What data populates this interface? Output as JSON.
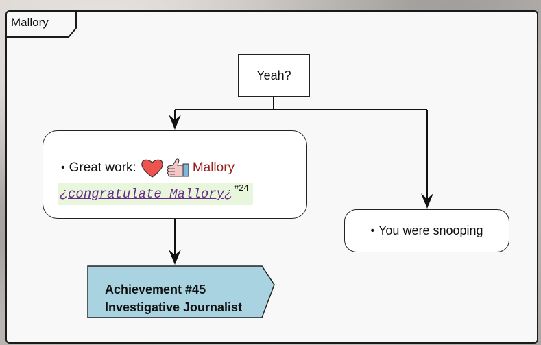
{
  "diagram": {
    "tab_label": "Mallory",
    "nodes": {
      "yeah": "Yeah?",
      "great_work": {
        "bullet": "•",
        "text": "Great work:",
        "name": "Mallory",
        "icons": [
          "heart-icon",
          "thumbs-up-icon"
        ],
        "action_open": "¿",
        "action_link": "congratulate Mallory",
        "action_close": "¿",
        "action_ref": "#24"
      },
      "snooping": {
        "bullet": "•",
        "text": "You were snooping"
      },
      "achievement": {
        "line1": "Achievement #45",
        "line2": "Investigative Journalist"
      }
    },
    "colors": {
      "achievement_fill": "#a9d3e0",
      "highlight_bg": "#e8f6dc",
      "name_color": "#9a1f1f",
      "link_color": "#6a2a8a",
      "heart_color": "#ef5350"
    }
  }
}
